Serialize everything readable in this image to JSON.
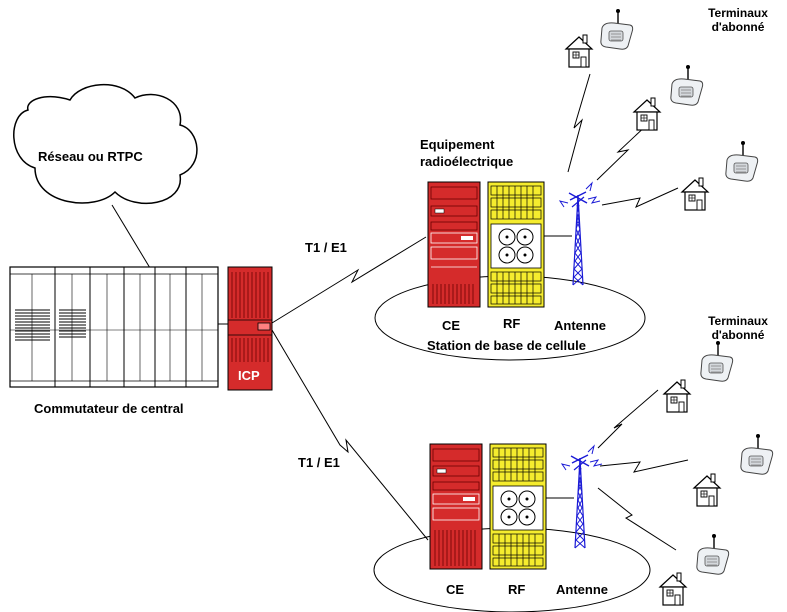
{
  "cloud_label": "Réseau ou RTPC",
  "switch_label": "Commutateur de central",
  "icp_label": "ICP",
  "link_top_label": "T1 / E1",
  "link_bottom_label": "T1 / E1",
  "radio_equipment_label": "Equipement radioélectrique",
  "terminals_top_label": "Terminaux d'abonné",
  "terminals_mid_label": "Terminaux d'abonné",
  "cell_top": {
    "ce": "CE",
    "rf": "RF",
    "antenna": "Antenne",
    "station": "Station de base de cellule"
  },
  "cell_bottom": {
    "ce": "CE",
    "rf": "RF",
    "antenna": "Antenne"
  },
  "colors": {
    "rack_red": "#d52b2b",
    "rack_yellow": "#f5ec2e",
    "antenna_blue": "#1a1ad6",
    "line": "#000000"
  }
}
